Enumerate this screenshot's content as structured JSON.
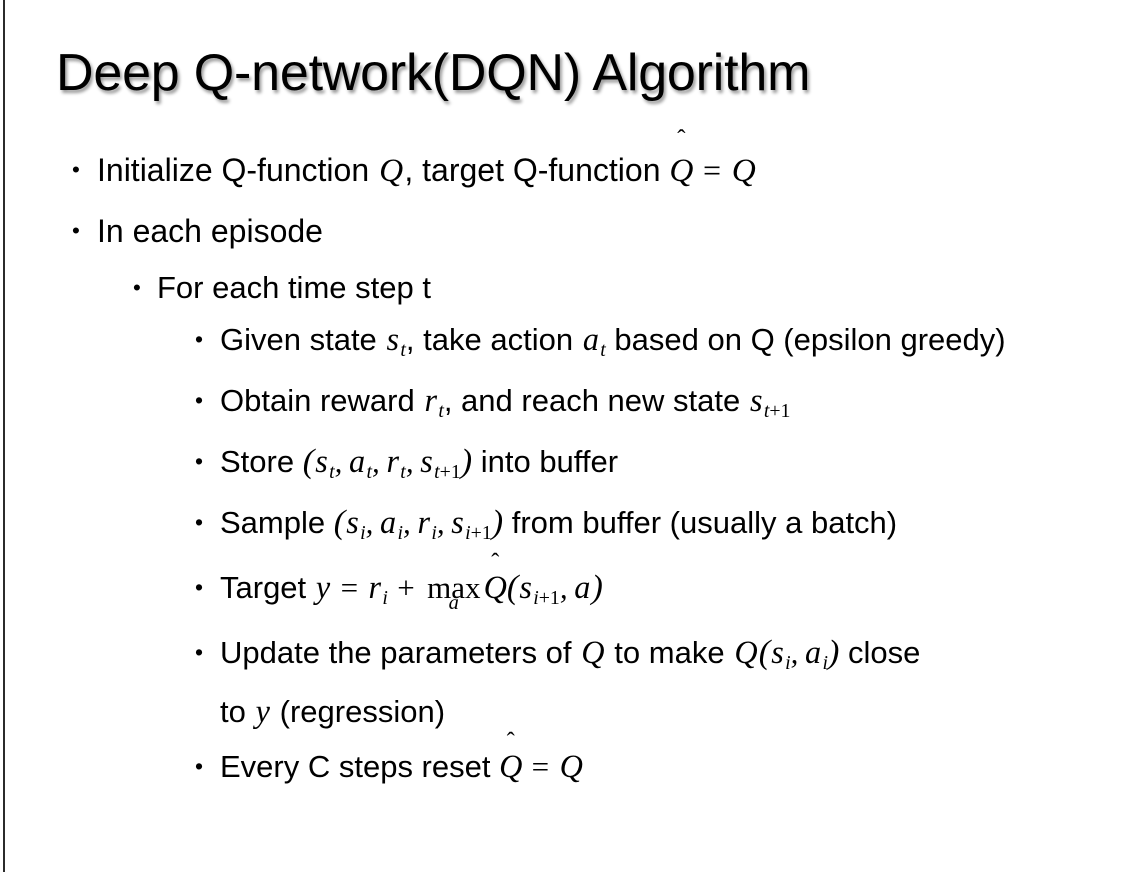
{
  "slide": {
    "title": "Deep Q-network(DQN) Algorithm",
    "background_color": "#ffffff",
    "text_color": "#000000",
    "edge_rule_color": "#2b2b2b",
    "bullet_glyph": "•"
  },
  "content": {
    "l1_init": {
      "level": 1,
      "plain_text": "Initialize Q-function Q, target Q-function Q̂ = Q",
      "lead": "Initialize Q-function ",
      "var_q1": "Q",
      "mid": ", target Q-function ",
      "hat_base": "Q",
      "hat_accent": "̂",
      "eq": "=",
      "var_q2": "Q"
    },
    "l1_episode": {
      "level": 1,
      "plain_text": "In each episode",
      "text": "In each episode"
    },
    "l2_timestep": {
      "level": 2,
      "plain_text": "For each time step t",
      "text": "For each time step t"
    },
    "l3_given": {
      "level": 3,
      "plain_text": "Given state s_t, take action a_t based on Q (epsilon greedy)",
      "lead": "Given state ",
      "var_s": "s",
      "sub_s": "t",
      "mid": ", take action ",
      "var_a": "a",
      "sub_a": "t",
      "tail": " based on Q (epsilon greedy)"
    },
    "l3_obtain": {
      "level": 3,
      "plain_text": "Obtain reward r_t, and reach new state s_{t+1}",
      "lead": "Obtain reward ",
      "var_r": "r",
      "sub_r": "t",
      "mid": ", and reach new state ",
      "var_s": "s",
      "sub_s_i": "t",
      "sub_s_plus": "+1"
    },
    "l3_store": {
      "level": 3,
      "plain_text": "Store (s_t, a_t, r_t, s_{t+1}) into buffer",
      "lead": "Store ",
      "paren_open": "(",
      "v1": "s",
      "v1sub": "t",
      "v2": "a",
      "v2sub": "t",
      "v3": "r",
      "v3sub": "t",
      "v4": "s",
      "v4sub_i": "t",
      "v4sub_plus": "+1",
      "comma": ",",
      "paren_close": ")",
      "tail": " into buffer"
    },
    "l3_sample": {
      "level": 3,
      "plain_text": "Sample (s_i, a_i, r_i, s_{i+1}) from buffer (usually a batch)",
      "lead": "Sample ",
      "paren_open": "(",
      "v1": "s",
      "v1sub": "i",
      "v2": "a",
      "v2sub": "i",
      "v3": "r",
      "v3sub": "i",
      "v4": "s",
      "v4sub_i": "i",
      "v4sub_plus": "+1",
      "comma": ",",
      "paren_close": ")",
      "tail": " from buffer (usually a batch)"
    },
    "l3_target": {
      "level": 3,
      "plain_text": "Target y = r_i + max_a Q̂(s_{i+1}, a)",
      "lead": "Target ",
      "var_y": "y",
      "eq": "=",
      "var_r": "r",
      "sub_r": "i",
      "plus": "+",
      "op_name": "max",
      "op_under": "a",
      "hat_base": "Q",
      "hat_accent": "̂",
      "paren_open": "(",
      "var_s": "s",
      "sub_s_i": "i",
      "sub_s_plus": "+1",
      "comma": ",",
      "var_a": "a",
      "paren_close": ")"
    },
    "l3_update": {
      "level": 3,
      "plain_text": "Update the parameters of Q to make Q(s_i, a_i) close to y (regression)",
      "lead": "Update the parameters of ",
      "var_q1": "Q",
      "mid": " to make ",
      "var_q2": "Q",
      "paren_open": "(",
      "var_s": "s",
      "sub_s": "i",
      "comma": ",",
      "var_a": "a",
      "sub_a": "i",
      "paren_close": ")",
      "tail": " close to ",
      "var_y": "y",
      "tail2": " (regression)"
    },
    "l3_reset": {
      "level": 3,
      "plain_text": "Every C steps reset Q̂ = Q",
      "lead": "Every C steps reset ",
      "hat_base": "Q",
      "hat_accent": "̂",
      "eq": "=",
      "var_q": "Q"
    }
  }
}
